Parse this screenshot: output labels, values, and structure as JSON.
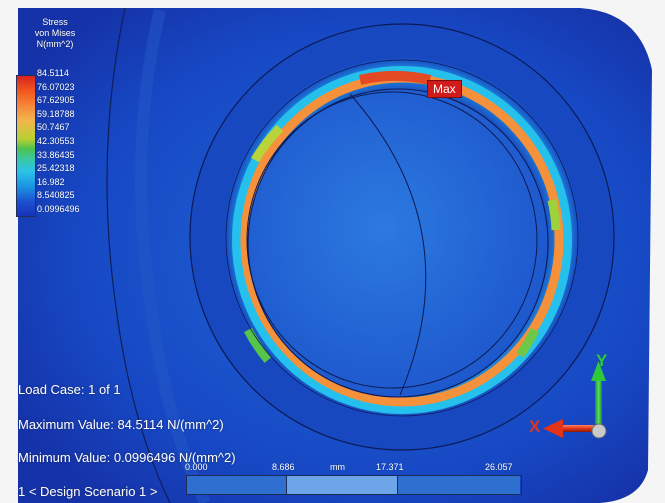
{
  "legend": {
    "title_lines": [
      "Stress",
      "von Mises",
      "N(mm^2)"
    ],
    "ticks": [
      "84.5114",
      "76.07023",
      "67.62905",
      "59.18788",
      "50.7467",
      "42.30553",
      "33.86435",
      "25.42318",
      "16.982",
      "8.540825",
      "0.0996496"
    ]
  },
  "max_marker": "Max",
  "info": {
    "load_case": "Load Case:  1 of 1",
    "maximum": "Maximum Value: 84.5114 N/(mm^2)",
    "minimum": "Minimum Value: 0.0996496 N/(mm^2)",
    "scenario": "1 < Design Scenario 1 >"
  },
  "scale": {
    "ticks": [
      "0.000",
      "8.686",
      "mm",
      "17.371",
      "26.057"
    ]
  },
  "triad": {
    "x_label": "X",
    "y_label": "Y"
  },
  "colors": {
    "stress_max": "#d8231f",
    "stress_high": "#f78a3a",
    "stress_mid": "#4ec24d",
    "stress_low": "#1733b8",
    "x_axis": "#e3341a",
    "y_axis": "#2fc83a"
  }
}
